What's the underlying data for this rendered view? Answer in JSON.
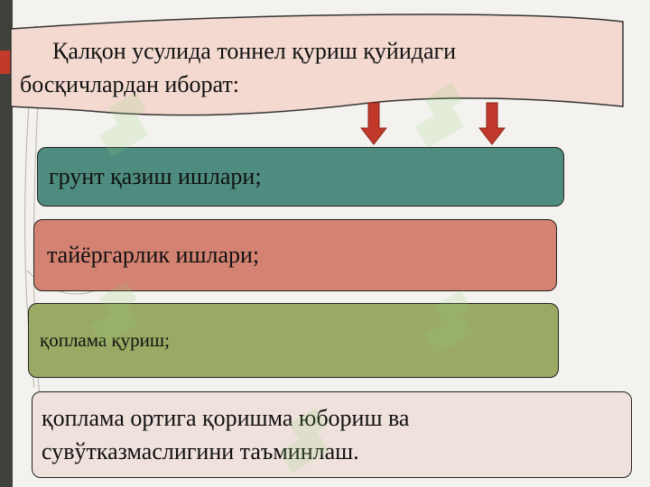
{
  "banner": {
    "text": "Қалқон усулида тоннел қуриш қуйидаги босқичлардан иборат:"
  },
  "steps": [
    {
      "label": "грунт қазиш ишлари;"
    },
    {
      "label": "тайёргарлик ишлари;"
    },
    {
      "label": "қоплама қуриш;"
    },
    {
      "label": "қоплама ортига қоришма юбориш ва сувўтказмаслигини таъминлаш."
    }
  ],
  "colors": {
    "banner_fill": "#f3d9d0",
    "arrow": "#c0392b",
    "step1": "#4d8c7e",
    "step2": "#d48272",
    "step3": "#9aa963",
    "step4": "#efe1dc",
    "left_bar": "#3f423a",
    "left_accent": "#c23a2a"
  },
  "icons": [
    "down-arrow-icon",
    "watermark-logo"
  ]
}
